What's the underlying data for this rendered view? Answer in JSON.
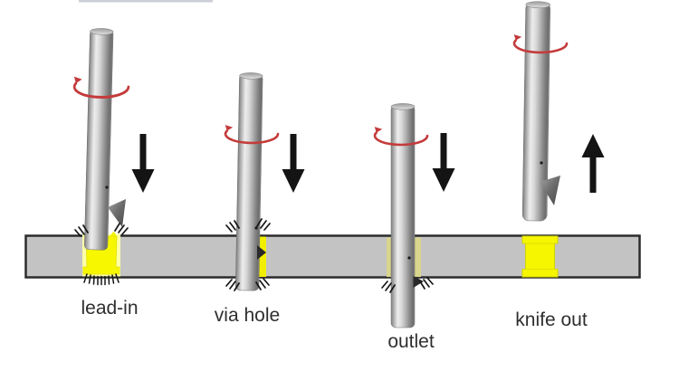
{
  "diagram": {
    "background": "#ffffff",
    "plate": {
      "fill": "#c3c3c3",
      "border_color": "#2b2b2b"
    },
    "accent_colors": {
      "rotation_arrow_red": "#c43b3b",
      "direction_arrow_black": "#141414",
      "hole_bright_yellow": "#f7f700",
      "hole_pale_yellow": "#d9d58d",
      "tool_metal_gray": "#b5b5b5",
      "label_text": "#2e2e2e"
    },
    "stages": [
      {
        "label": "lead-in",
        "direction_arrow": "down",
        "rotation_arrow": true,
        "hole_color": "#f7f700"
      },
      {
        "label": "via hole",
        "direction_arrow": "down",
        "rotation_arrow": true,
        "hole_color": "#f2ee00"
      },
      {
        "label": "outlet",
        "direction_arrow": "down",
        "rotation_arrow": true,
        "hole_color": "#d9d58d"
      },
      {
        "label": "knife out",
        "direction_arrow": "up",
        "rotation_arrow": true,
        "hole_color": "#f6f600"
      }
    ]
  }
}
